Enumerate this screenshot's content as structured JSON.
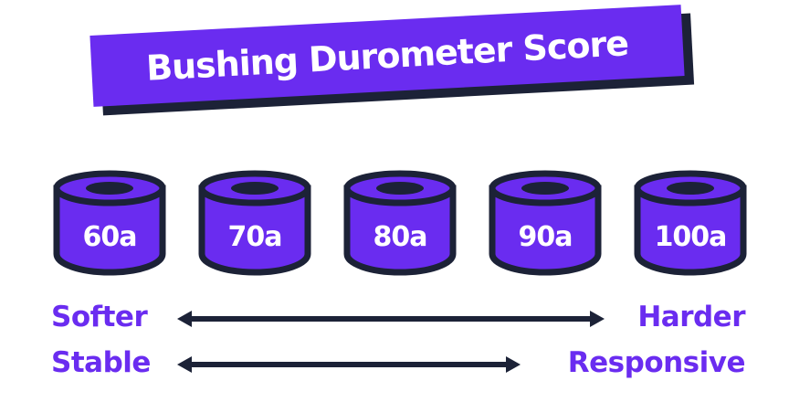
{
  "title": "Bushing Durometer Score",
  "bushings": [
    "60a",
    "70a",
    "80a",
    "90a",
    "100a"
  ],
  "scales": [
    {
      "left": "Softer",
      "right": "Harder"
    },
    {
      "left": "Stable",
      "right": "Responsive"
    }
  ],
  "colors": {
    "purple": "#6a2cf0",
    "dark": "#1c2237",
    "hole": "#1c2237",
    "white": "#ffffff"
  }
}
